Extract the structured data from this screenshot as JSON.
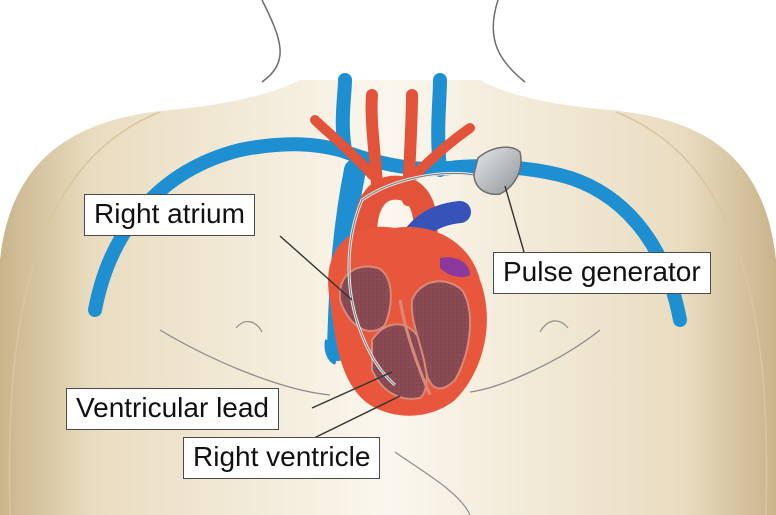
{
  "labels": {
    "right_atrium": "Right atrium",
    "pulse_generator": "Pulse generator",
    "ventricular_lead": "Ventricular lead",
    "right_ventricle": "Right ventricle"
  },
  "colors": {
    "skin": "#e9dcc0",
    "skin_edge": "#c9b48a",
    "vein": "#1e8fd0",
    "artery": "#e2533a",
    "heart_wall": "#e8573c",
    "myocardium": "#8a4b55",
    "pulmonary": "#3553b8",
    "pulse_generator": "#b8bcbf",
    "label_border": "#4a4a4a"
  }
}
